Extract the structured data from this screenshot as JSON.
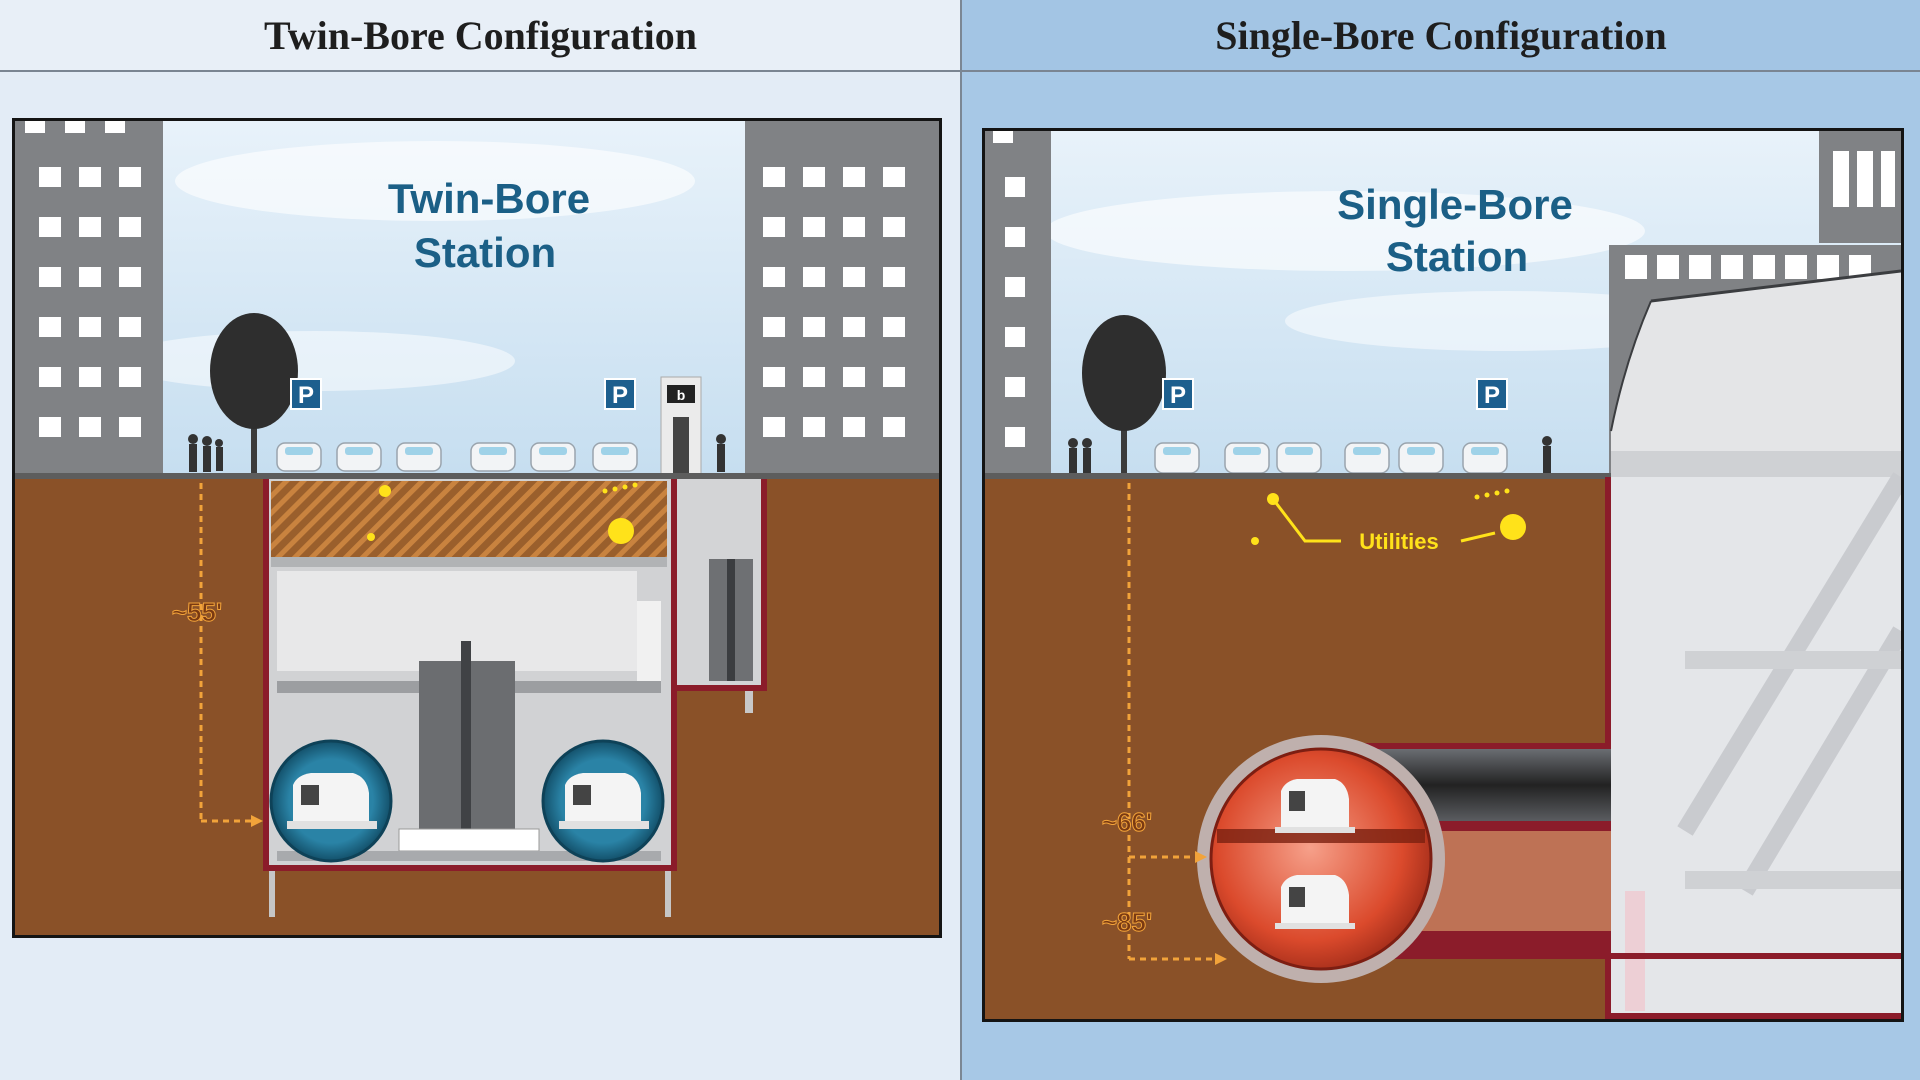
{
  "panels": {
    "left": {
      "header": "Twin-Bore Configuration",
      "station_label_line1": "Twin-Bore",
      "station_label_line2": "Station",
      "depth_label": "~55'",
      "parking_sign": "P",
      "entrance_logo": "b"
    },
    "right": {
      "header": "Single-Bore Configuration",
      "station_label_line1": "Single-Bore",
      "station_label_line2": "Station",
      "utilities_label": "Utilities",
      "depth_label_upper": "~66'",
      "depth_label_lower": "~85'",
      "parking_sign": "P"
    }
  },
  "colors": {
    "soil": "#8a5128",
    "sky": "#d3e6f4",
    "building": "#808285",
    "station_outline": "#8b1c2a",
    "bore_twin": "#1f6e8f",
    "bore_single": "#d9472b",
    "depth_marker": "#f2a33a",
    "utility_dot": "#ffe21a",
    "label_blue": "#1b5f86"
  }
}
